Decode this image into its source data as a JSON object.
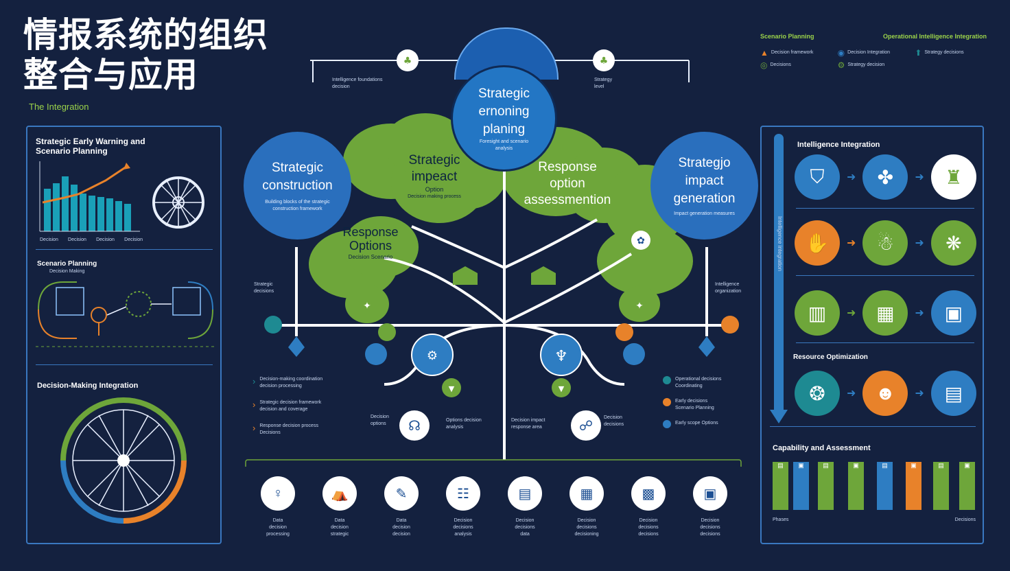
{
  "title_line1": "情报系统的组织",
  "title_line2": "整合与应用",
  "subtitle": "The Integration",
  "left_panel": {
    "section1_title_1": "Strategic Early Warning and",
    "section1_title_2": "Scenario Planning",
    "chart_labels": [
      "Decision",
      "Decision",
      "Decision",
      "Decision"
    ],
    "section2_title": "Scenario Planning",
    "section2_sub": "Decision Making",
    "section3_title": "Decision-Making Integration",
    "bar_values": [
      62,
      70,
      80,
      68,
      55,
      52,
      50,
      48,
      44,
      40
    ]
  },
  "center": {
    "top_circle": [
      "Strategic",
      "ernoning",
      "planing"
    ],
    "top_circle_small": "Foresight and scenario analysis",
    "left_circle": [
      "Strategic",
      "construction"
    ],
    "left_circle_small": "Building blocks of the strategic construction framework",
    "right_circle": [
      "Strategjo",
      "impact",
      "generation"
    ],
    "right_circle_small": "Impact generation measures",
    "cloud1": [
      "Strategic",
      "impeact"
    ],
    "cloud1_small": "Option",
    "cloud1_small2": "Decision making process",
    "cloud2": [
      "Response",
      "option",
      "assessmention"
    ],
    "cloud3": [
      "Response",
      "Options"
    ],
    "cloud3_small": "Decision Scenario",
    "left_note": [
      "Strategic",
      "decisions"
    ],
    "right_note": [
      "Intelligence",
      "organization"
    ],
    "top_left_note": [
      "Intelligence foundations",
      "decision"
    ],
    "top_right_note": [
      "Strategy",
      "level"
    ]
  },
  "legend_left": [
    {
      "text": "Decision-making coordination",
      "sub": "decision processing"
    },
    {
      "text": "Strategic decision framework",
      "sub": "decision and coverage"
    },
    {
      "text": "Response decision process",
      "sub": "Decisions"
    }
  ],
  "legend_right": [
    {
      "text": "Operational decisions",
      "sub": "Coordinating"
    },
    {
      "text": "Early decisions",
      "sub": "Scenario Planning"
    },
    {
      "text": "Early scope Options"
    }
  ],
  "mid_labels": [
    {
      "t1": "Decision",
      "t2": "options"
    },
    {
      "t1": "Options decision",
      "t2": "analysis"
    },
    {
      "t1": "Decision impact",
      "t2": "response area"
    },
    {
      "t1": "Decision",
      "t2": "decisions"
    }
  ],
  "bottom_icons": [
    {
      "icon": "♀",
      "t1": "Data",
      "t2": "decision",
      "t3": "processing"
    },
    {
      "icon": "⛺",
      "t1": "Data",
      "t2": "decision",
      "t3": "strategic"
    },
    {
      "icon": "✎",
      "t1": "Data",
      "t2": "decision",
      "t3": "decision"
    },
    {
      "icon": "☷",
      "t1": "Decision",
      "t2": "decisions",
      "t3": "analysis"
    },
    {
      "icon": "▤",
      "t1": "Decision",
      "t2": "decisions",
      "t3": "data"
    },
    {
      "icon": "▦",
      "t1": "Decision",
      "t2": "decisions",
      "t3": "decisioning"
    },
    {
      "icon": "▩",
      "t1": "Decision",
      "t2": "decisions",
      "t3": "decisions"
    },
    {
      "icon": "▣",
      "t1": "Decision",
      "t2": "decisions",
      "t3": "decisions"
    }
  ],
  "top_right_legend": {
    "header1": "Scenario Planning",
    "header2": "Operational Intelligence Integration",
    "items": [
      "Decision framework",
      "Decision Integration",
      "Strategy decisions",
      "Decisions",
      "Strategy decision"
    ]
  },
  "right_panel": {
    "section1": "Intelligence Integration",
    "section2": "Resource Optimization",
    "section3": "Capability and Assessment",
    "vertical_text": "Intelligence integration",
    "bottom_labels": [
      "Phases",
      "Decisions"
    ]
  },
  "colors": {
    "green": "#6ea63a",
    "blue": "#2e7dc2",
    "orange": "#e8822a",
    "teal": "#1e8a92",
    "bg": "#14213f"
  }
}
